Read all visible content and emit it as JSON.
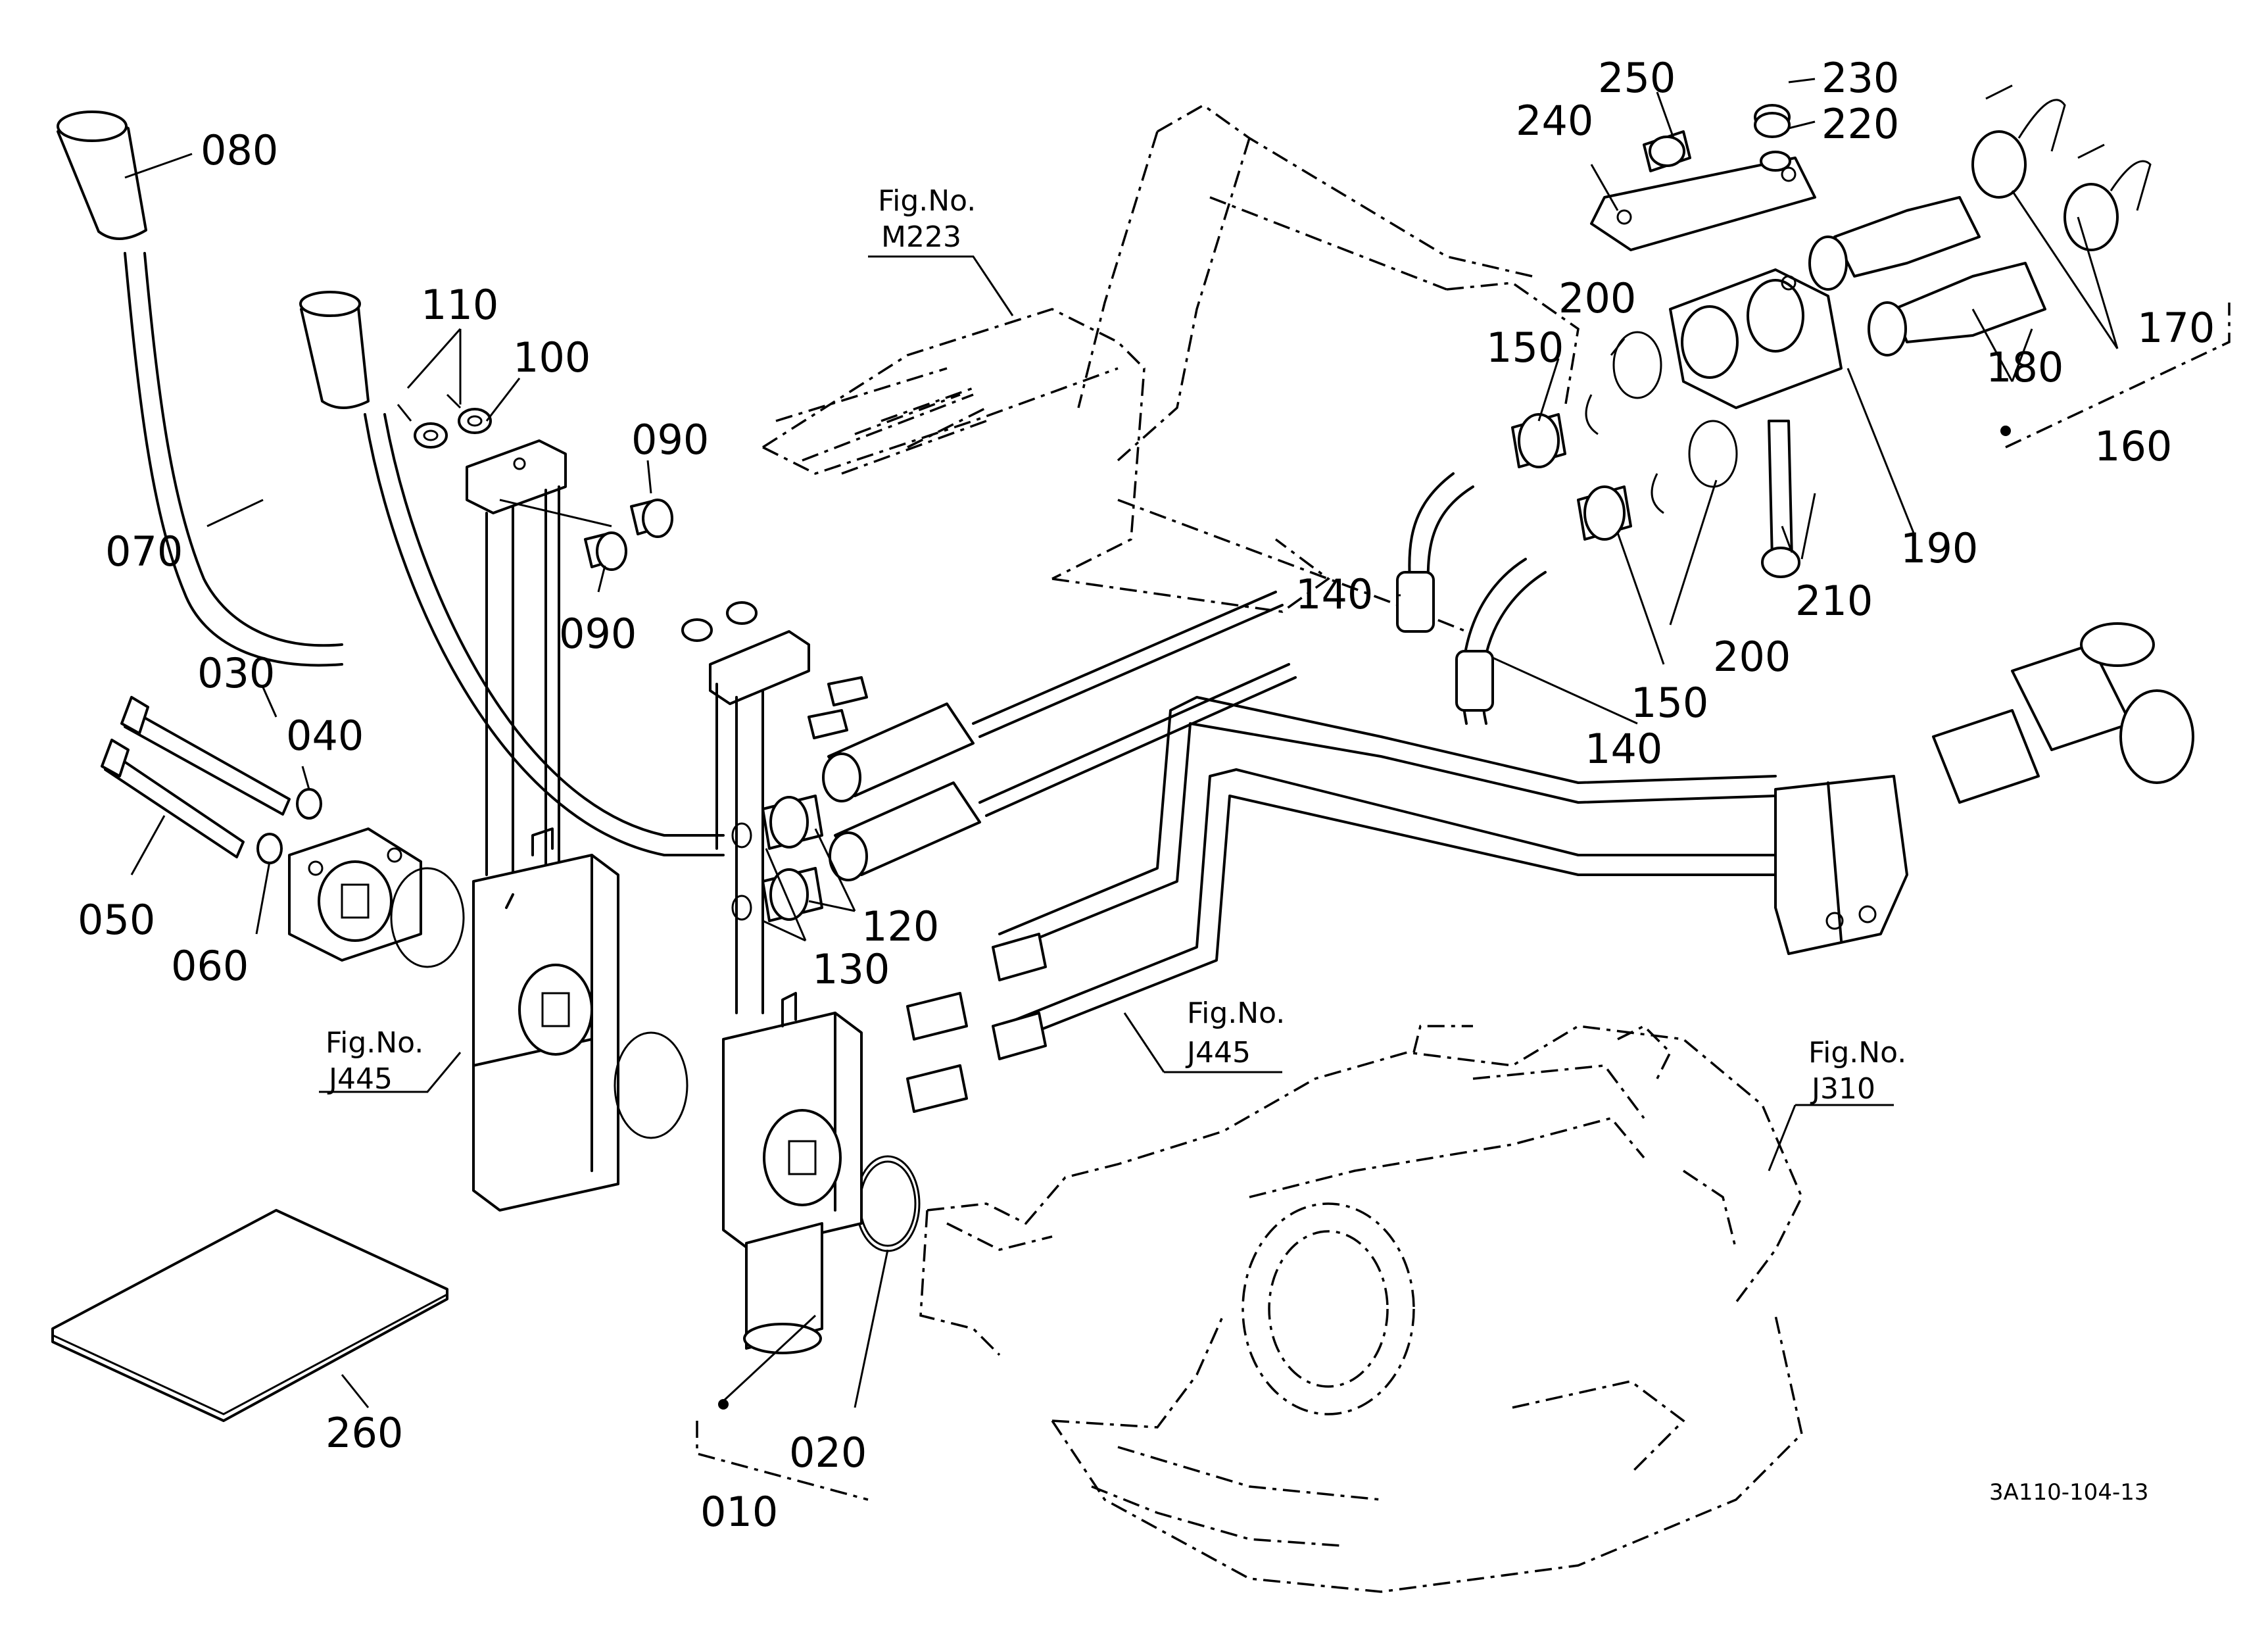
{
  "callouts": {
    "p010": "010",
    "p020": "020",
    "p030": "030",
    "p040": "040",
    "p050": "050",
    "p060": "060",
    "p070": "070",
    "p080": "080",
    "p090a": "090",
    "p090b": "090",
    "p100": "100",
    "p110": "110",
    "p120": "120",
    "p130": "130",
    "p140a": "140",
    "p140b": "140",
    "p150a": "150",
    "p150b": "150",
    "p160": "160",
    "p170": "170",
    "p180": "180",
    "p190": "190",
    "p200a": "200",
    "p200b": "200",
    "p210": "210",
    "p220": "220",
    "p230": "230",
    "p240": "240",
    "p250": "250",
    "p260": "260"
  },
  "figure_refs": {
    "m223_title": "Fig.No.",
    "m223_code": "M223",
    "j445_left_title": "Fig.No.",
    "j445_left_code": "J445",
    "j445_mid_title": "Fig.No.",
    "j445_mid_code": "J445",
    "j310_title": "Fig.No.",
    "j310_code": "J310"
  },
  "drawing_code": "3A110-104-13"
}
